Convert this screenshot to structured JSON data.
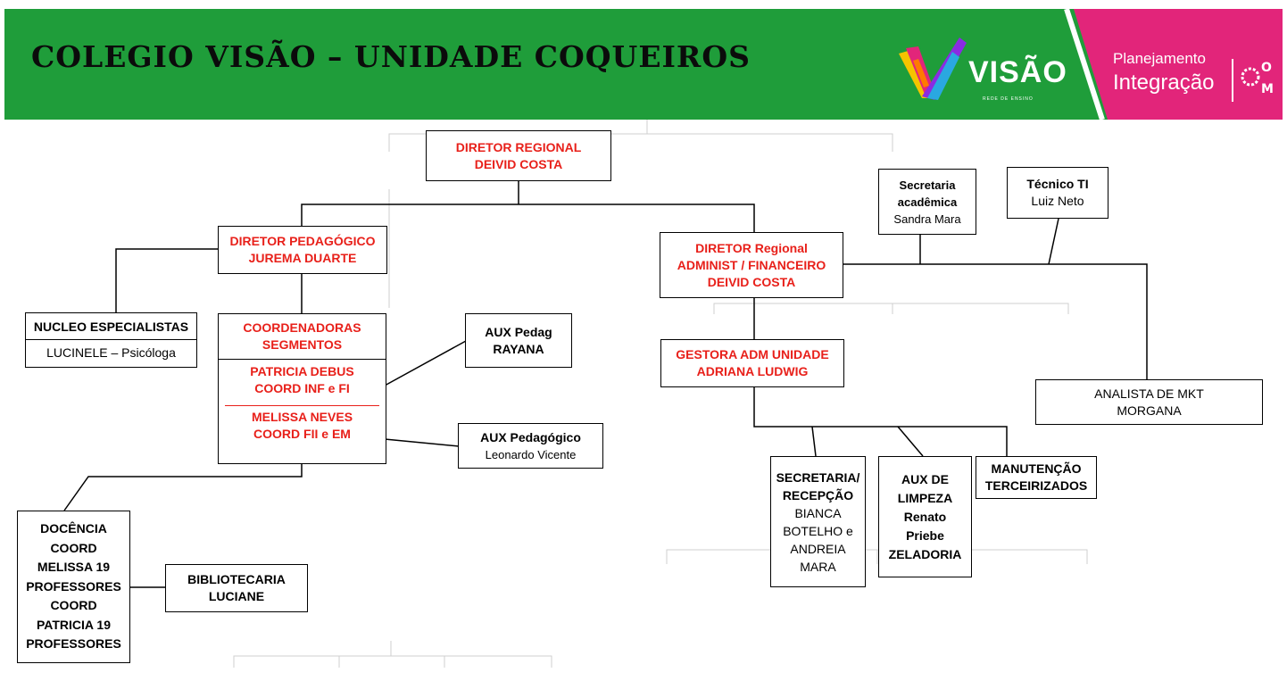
{
  "header": {
    "title": "COLEGIO VISÃO – UNIDADE COQUEIROS",
    "brand_name": "VISÃO",
    "brand_subtitle": "REDE DE ENSINO",
    "planning_label": "Planejamento",
    "integration_label": "Integração",
    "colors": {
      "green": "#1f9d3a",
      "pink": "#e2257a"
    }
  },
  "org": {
    "diretor_regional": [
      "DIRETOR REGIONAL",
      "DEIVID COSTA"
    ],
    "diretor_pedagogico": [
      "DIRETOR PEDAGÓGICO",
      "JUREMA DUARTE"
    ],
    "nucleo": {
      "title": "NUCLEO ESPECIALISTAS",
      "member": "LUCINELE – Psicóloga"
    },
    "coordenadoras": {
      "title": [
        "COORDENADORAS",
        "SEGMENTOS"
      ],
      "coord1": [
        "PATRICIA DEBUS",
        "COORD INF e FI"
      ],
      "coord2": [
        "MELISSA NEVES",
        "COORD FII e EM"
      ]
    },
    "aux_pedag": [
      "AUX Pedag",
      "RAYANA"
    ],
    "aux_pedagogico": {
      "title": "AUX Pedagógico",
      "name": "Leonardo Vicente"
    },
    "docencia": [
      "DOCÊNCIA",
      "COORD",
      "MELISSA 19",
      "PROFESSORES",
      "COORD",
      "PATRICIA 19",
      "PROFESSORES"
    ],
    "bibliotecaria": [
      "BIBLIOTECARIA",
      "LUCIANE"
    ],
    "secretaria_academica": {
      "title": [
        "Secretaria",
        "acadêmica"
      ],
      "name": "Sandra Mara"
    },
    "tecnico_ti": {
      "title": "Técnico TI",
      "name": "Luiz Neto"
    },
    "diretor_adm": [
      "DIRETOR Regional",
      "ADMINIST / FINANCEIRO",
      "DEIVID COSTA"
    ],
    "gestora": [
      "GESTORA ADM UNIDADE",
      "ADRIANA LUDWIG"
    ],
    "analista": [
      "ANALISTA DE MKT",
      "MORGANA"
    ],
    "secretaria_recepcao": {
      "title": [
        "SECRETARIA/",
        "RECEPÇÃO"
      ],
      "names": [
        "BIANCA",
        "BOTELHO e",
        "ANDREIA",
        "MARA"
      ]
    },
    "aux_limpeza": [
      "AUX DE",
      "LIMPEZA",
      "Renato",
      "Priebe",
      "ZELADORIA"
    ],
    "manutencao": [
      "MANUTENÇÃO",
      "TERCEIRIZADOS"
    ]
  }
}
